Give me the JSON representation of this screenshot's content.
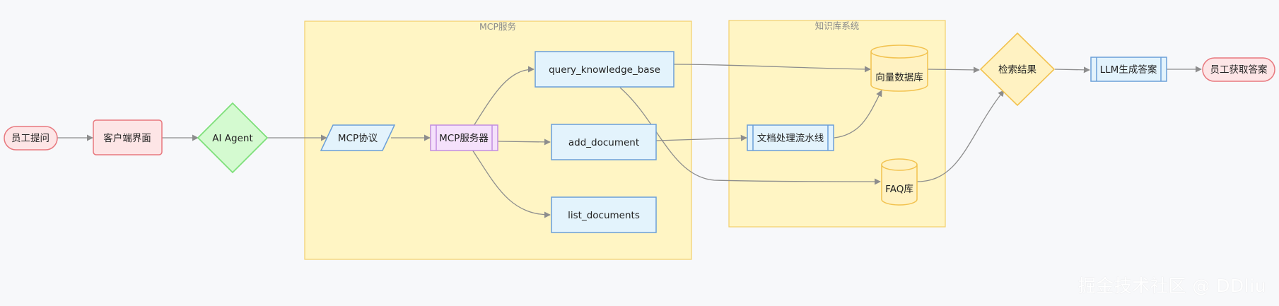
{
  "groups": {
    "mcp": "MCP服务",
    "kb": "知识库系统"
  },
  "nodes": {
    "employee_question": "员工提问",
    "client_ui": "客户端界面",
    "ai_agent": "AI Agent",
    "mcp_protocol": "MCP协议",
    "mcp_server": "MCP服务器",
    "query_kb": "query_knowledge_base",
    "add_doc": "add_document",
    "list_docs": "list_documents",
    "doc_pipeline": "文档处理流水线",
    "vector_db": "向量数据库",
    "faq_db": "FAQ库",
    "search_result": "检索结果",
    "llm_answer": "LLM生成答案",
    "employee_answer": "员工获取答案"
  },
  "watermark": "掘金技术社区 @ DDliu",
  "colors": {
    "group_fill": "#fff5c4",
    "group_stroke": "#f2cf6a",
    "terminal_fill": "#fde5e6",
    "terminal_stroke": "#e8787e",
    "agent_fill": "#d4fad0",
    "agent_stroke": "#7ee07a",
    "blue_fill": "#e3f3fc",
    "blue_stroke": "#6b9fd8",
    "purple_fill": "#f5e1fb",
    "purple_stroke": "#c28de0",
    "db_fill": "#fff2c2",
    "db_stroke": "#f2c24f",
    "edge": "#8d8d8d"
  }
}
